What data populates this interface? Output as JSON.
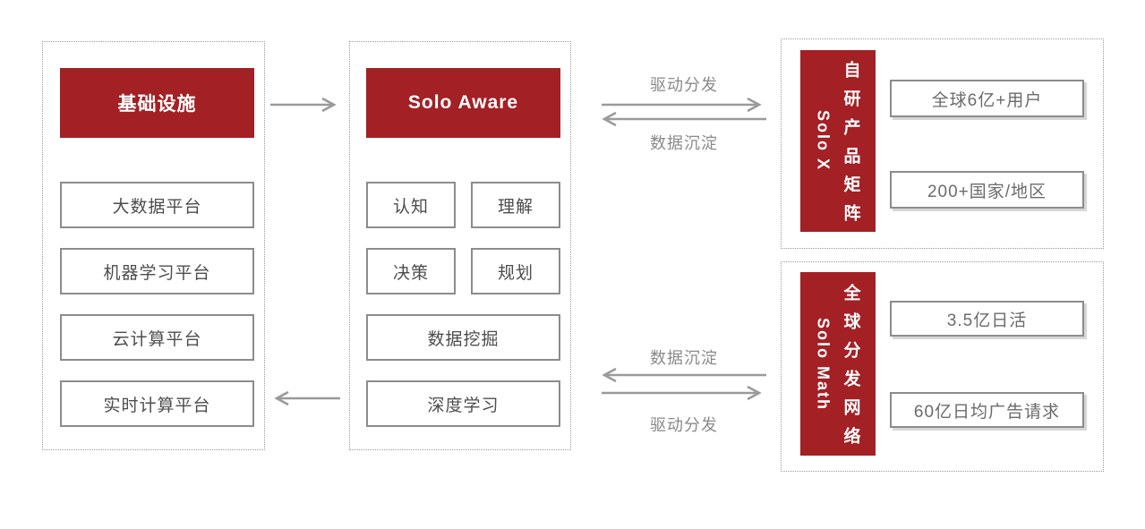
{
  "palette": {
    "accent_red": "#A32025",
    "box_border_gray": "#8C8C8C",
    "dotted_border_gray": "#9A9A9A",
    "arrow_gray": "#9A9A9A",
    "body_text_gray": "#4D4D4D",
    "label_gray": "#8A8A8A"
  },
  "infrastructure": {
    "title": "基础设施",
    "items": [
      "大数据平台",
      "机器学习平台",
      "云计算平台",
      "实时计算平台"
    ]
  },
  "solo_aware": {
    "title": "Solo Aware",
    "grid": [
      "认知",
      "理解",
      "决策",
      "规划"
    ],
    "wide": [
      "数据挖掘",
      "深度学习"
    ]
  },
  "flows": {
    "top": {
      "forward_label": "驱动分发",
      "back_label": "数据沉淀"
    },
    "bottom": {
      "back_label": "数据沉淀",
      "forward_label": "驱动分发"
    }
  },
  "solo_x": {
    "title_cn": "自研产品矩阵",
    "title_en": "Solo X",
    "stats": [
      "全球6亿+用户",
      "200+国家/地区"
    ]
  },
  "solo_math": {
    "title_cn": "全球分发网络",
    "title_en": "Solo Math",
    "stats": [
      "3.5亿日活",
      "60亿日均广告请求"
    ]
  }
}
